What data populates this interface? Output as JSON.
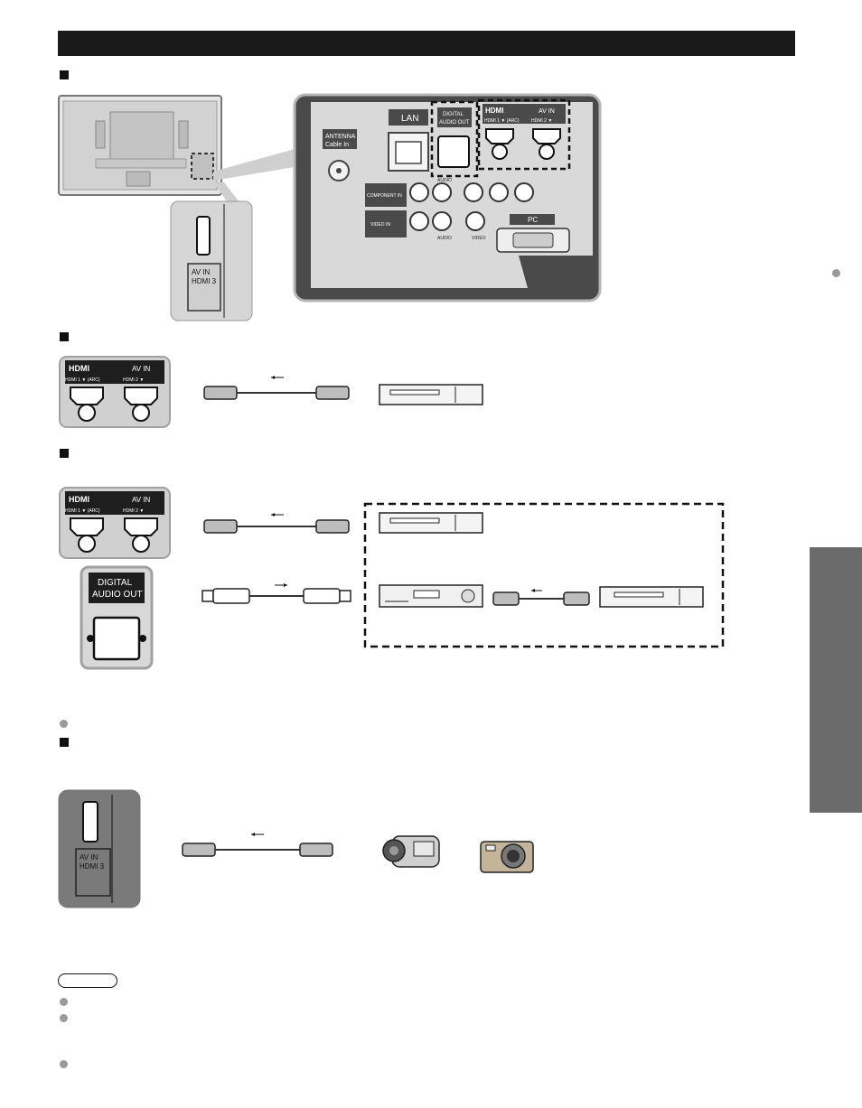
{
  "panel_labels": {
    "antenna": "ANTENNA",
    "cable_in": "Cable  In",
    "lan": "LAN",
    "digital_audio_out_line1": "DIGITAL",
    "digital_audio_out_line2": "AUDIO OUT",
    "hdmi_logo": "HDMI",
    "av_in": "AV IN",
    "hdmi1": "HDMI 1 ▼ (ARC)",
    "hdmi2": "HDMI 2 ▼",
    "component_in": "COMPONENT IN",
    "video_in": "VIDEO IN",
    "audio": "AUDIO",
    "video": "VIDEO",
    "pc": "PC",
    "side_av_in": "AV IN",
    "side_hdmi3": "HDMI 3",
    "big_digital_line1": "DIGITAL",
    "big_digital_line2": "AUDIO OUT"
  },
  "colors": {
    "header_bar": "#1a1a1a",
    "side_tab": "#6b6b6b",
    "panel_dark": "#4a4a4a",
    "panel_light": "#d9d9d9"
  }
}
